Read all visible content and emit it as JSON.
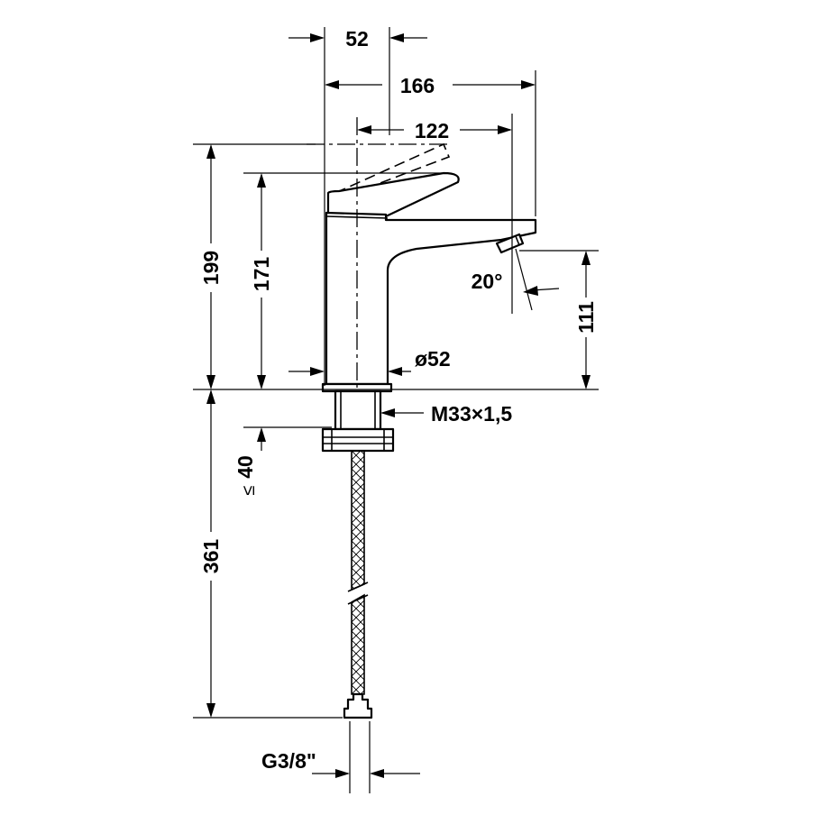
{
  "dimensions": {
    "top_width": "52",
    "overall_width": "166",
    "spout_projection": "122",
    "overall_height": "199",
    "lever_height": "171",
    "spout_height": "111",
    "spout_angle": "20°",
    "body_diameter": "ø52",
    "thread": "M33×1,5",
    "hose_length": "361",
    "max_thickness_value": "40",
    "max_thickness_symbol": "≤",
    "hose_connection": "G3/8\""
  }
}
